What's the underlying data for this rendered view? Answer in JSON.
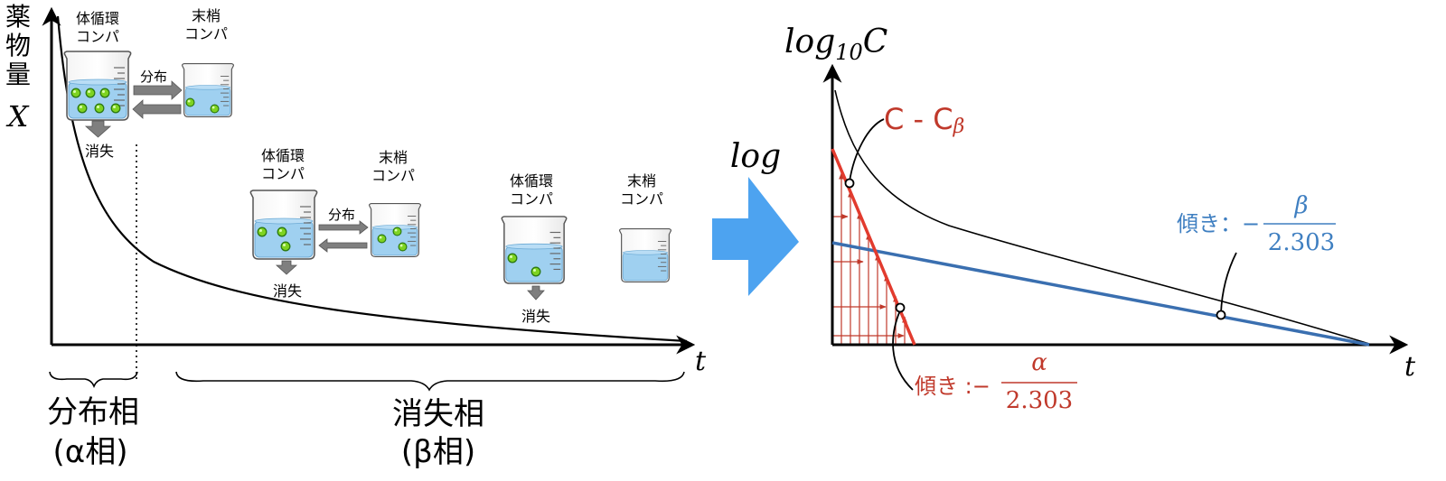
{
  "left": {
    "y_label_jp": [
      "薬",
      "物",
      "量"
    ],
    "y_label_var": "X",
    "x_label": "t",
    "phase1": {
      "line1": "分布相",
      "line2": "(α相)"
    },
    "phase2": {
      "line1": "消失相",
      "line2": "(β相)"
    },
    "compartments": [
      {
        "central": [
          "体循環",
          "コンパ"
        ],
        "peripheral": [
          "末梢",
          "コンパ"
        ],
        "distribution": "分布",
        "elimination": "消失"
      },
      {
        "central": [
          "体循環",
          "コンパ"
        ],
        "peripheral": [
          "末梢",
          "コンパ"
        ],
        "distribution": "分布",
        "elimination": "消失"
      },
      {
        "central": [
          "体循環",
          "コンパ"
        ],
        "peripheral": [
          "末梢",
          "コンパ"
        ],
        "elimination": "消失"
      }
    ]
  },
  "transform_label": "log",
  "right": {
    "y_label": {
      "base": "log",
      "sub": "10",
      "var": "C"
    },
    "x_label": "t",
    "residual_label": {
      "main": "C - C",
      "sub": "β"
    },
    "alpha_slope": {
      "prefix": "傾き :−",
      "num": "α",
      "den": "2.303"
    },
    "beta_slope": {
      "prefix": "傾き：−",
      "num": "β",
      "den": "2.303"
    }
  },
  "colors": {
    "residual": "#c0392b",
    "beta_line": "#3a6fb0",
    "beta_text": "#3f7fc1",
    "big_arrow": "#4da3f0",
    "water": "#9fd0f0",
    "dot": "#7ed321",
    "gray_arrow": "#7f7f7f"
  }
}
